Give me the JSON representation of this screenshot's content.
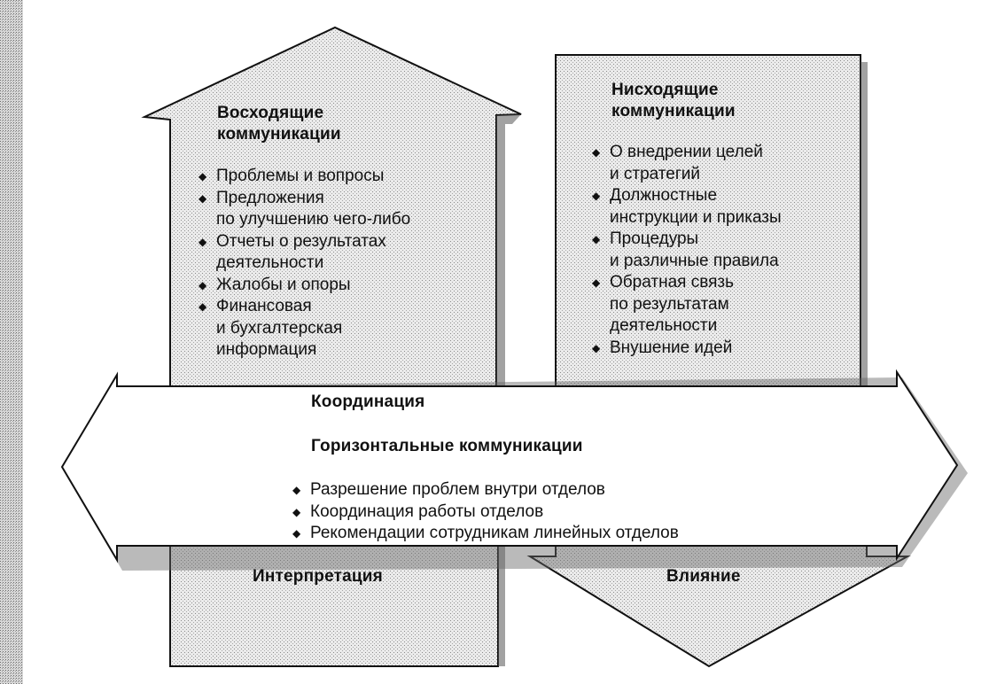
{
  "upward": {
    "title": "Восходящие\nкоммуникации",
    "items": [
      "Проблемы и вопросы",
      "Предложения\nпо улучшению чего-либо",
      "Отчеты о результатах\nдеятельности",
      "Жалобы и опоры",
      "Финансовая\nи бухгалтерская\nинформация"
    ],
    "bottom_label": "Интерпретация"
  },
  "downward": {
    "title": "Нисходящие\nкоммуникации",
    "items": [
      "О внедрении целей\nи стратегий",
      "Должностные\nинструкции и приказы",
      "Процедуры\nи различные правила",
      "Обратная связь\nпо результатам\nдеятельности",
      "Внушение идей"
    ],
    "bottom_label": "Влияние"
  },
  "horizontal": {
    "top_label": "Координация",
    "title": "Горизонтальные коммуникации",
    "items": [
      "Разрешение проблем внутри отделов",
      "Координация работы отделов",
      "Рекомендации сотрудникам линейных отделов"
    ]
  }
}
